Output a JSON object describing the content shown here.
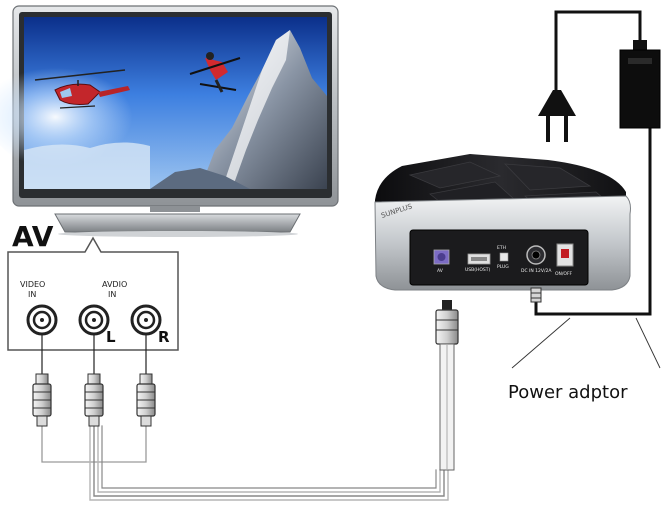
{
  "panel": {
    "label": "AV",
    "video_in": [
      "VIDEO",
      "IN"
    ],
    "audio_in": [
      "AVDIO",
      "IN"
    ],
    "left": "L",
    "right": "R"
  },
  "device": {
    "brand": "SUNPLUS",
    "ports": {
      "av": "AV",
      "usb": "USB(HOST)",
      "eth_top": "ETH",
      "eth_bottom": "PLUG",
      "dc": "DC IN 12V/2A",
      "switch": "ON/OFF"
    }
  },
  "callout": {
    "power_adaptor": "Power adptor"
  },
  "colors": {
    "tv_bezel": "#bfc3c6",
    "device_silver": "#cfd3d6",
    "device_black": "#1b1b1d",
    "sky": "#2f6bd0",
    "cable_gray": "#a0a0a0"
  }
}
